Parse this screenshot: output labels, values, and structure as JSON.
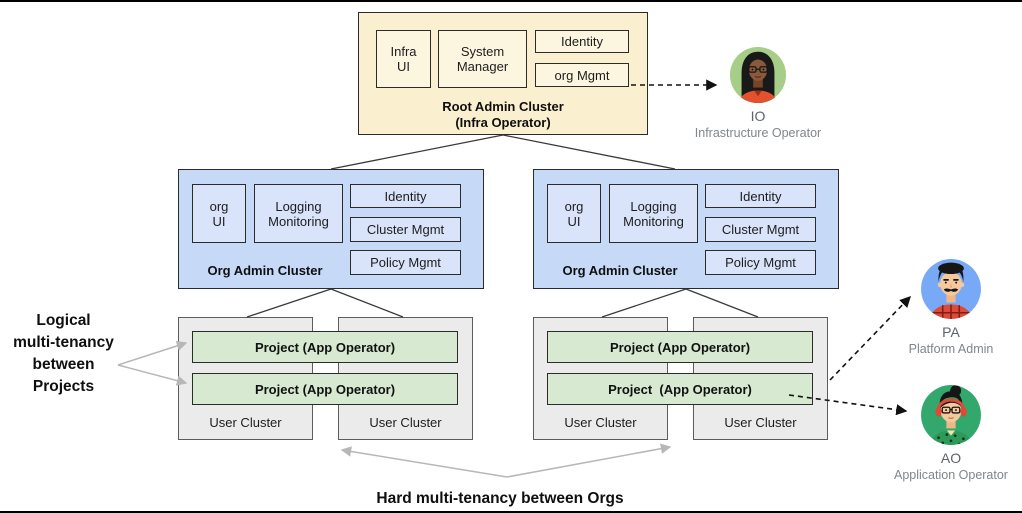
{
  "root_cluster": {
    "title": "Root Admin Cluster\n(Infra Operator)",
    "components": [
      "Infra\nUI",
      "System\nManager",
      "Identity",
      "org Mgmt"
    ]
  },
  "org_clusters": [
    {
      "title": "Org Admin Cluster",
      "components": [
        "org\nUI",
        "Logging\nMonitoring",
        "Identity",
        "Cluster Mgmt",
        "Policy Mgmt"
      ]
    },
    {
      "title": "Org Admin Cluster",
      "components": [
        "org\nUI",
        "Logging\nMonitoring",
        "Identity",
        "Cluster Mgmt",
        "Policy Mgmt"
      ]
    }
  ],
  "user_groups": [
    {
      "projects": [
        "Project (App Operator)",
        "Project (App Operator)"
      ],
      "clusters": [
        "User Cluster",
        "User Cluster"
      ]
    },
    {
      "projects": [
        "Project (App Operator)",
        "Project  (App Operator)"
      ],
      "clusters": [
        "User Cluster",
        "User Cluster"
      ]
    }
  ],
  "personas": [
    {
      "code": "IO",
      "role": "Infrastructure Operator",
      "avatar_bg": "#a6ce88"
    },
    {
      "code": "PA",
      "role": "Platform Admin",
      "avatar_bg": "#78a9f7"
    },
    {
      "code": "AO",
      "role": "Application Operator",
      "avatar_bg": "#33a86c"
    }
  ],
  "annotations": {
    "logical": "Logical\nmulti-tenancy\nbetween\nProjects",
    "hard": "Hard multi-tenancy between Orgs"
  },
  "colors": {
    "root_fill": "#faefcf",
    "root_component_fill": "#fcf5e0",
    "org_fill": "#c6d9f7",
    "org_component_fill": "#d9e4fb",
    "project_fill": "#d7e9d1",
    "user_cluster_fill": "#ebebeb",
    "solid_line": "#3a3a3a",
    "dashed_line": "#111111",
    "gray_arrow": "#b7b7b7"
  }
}
